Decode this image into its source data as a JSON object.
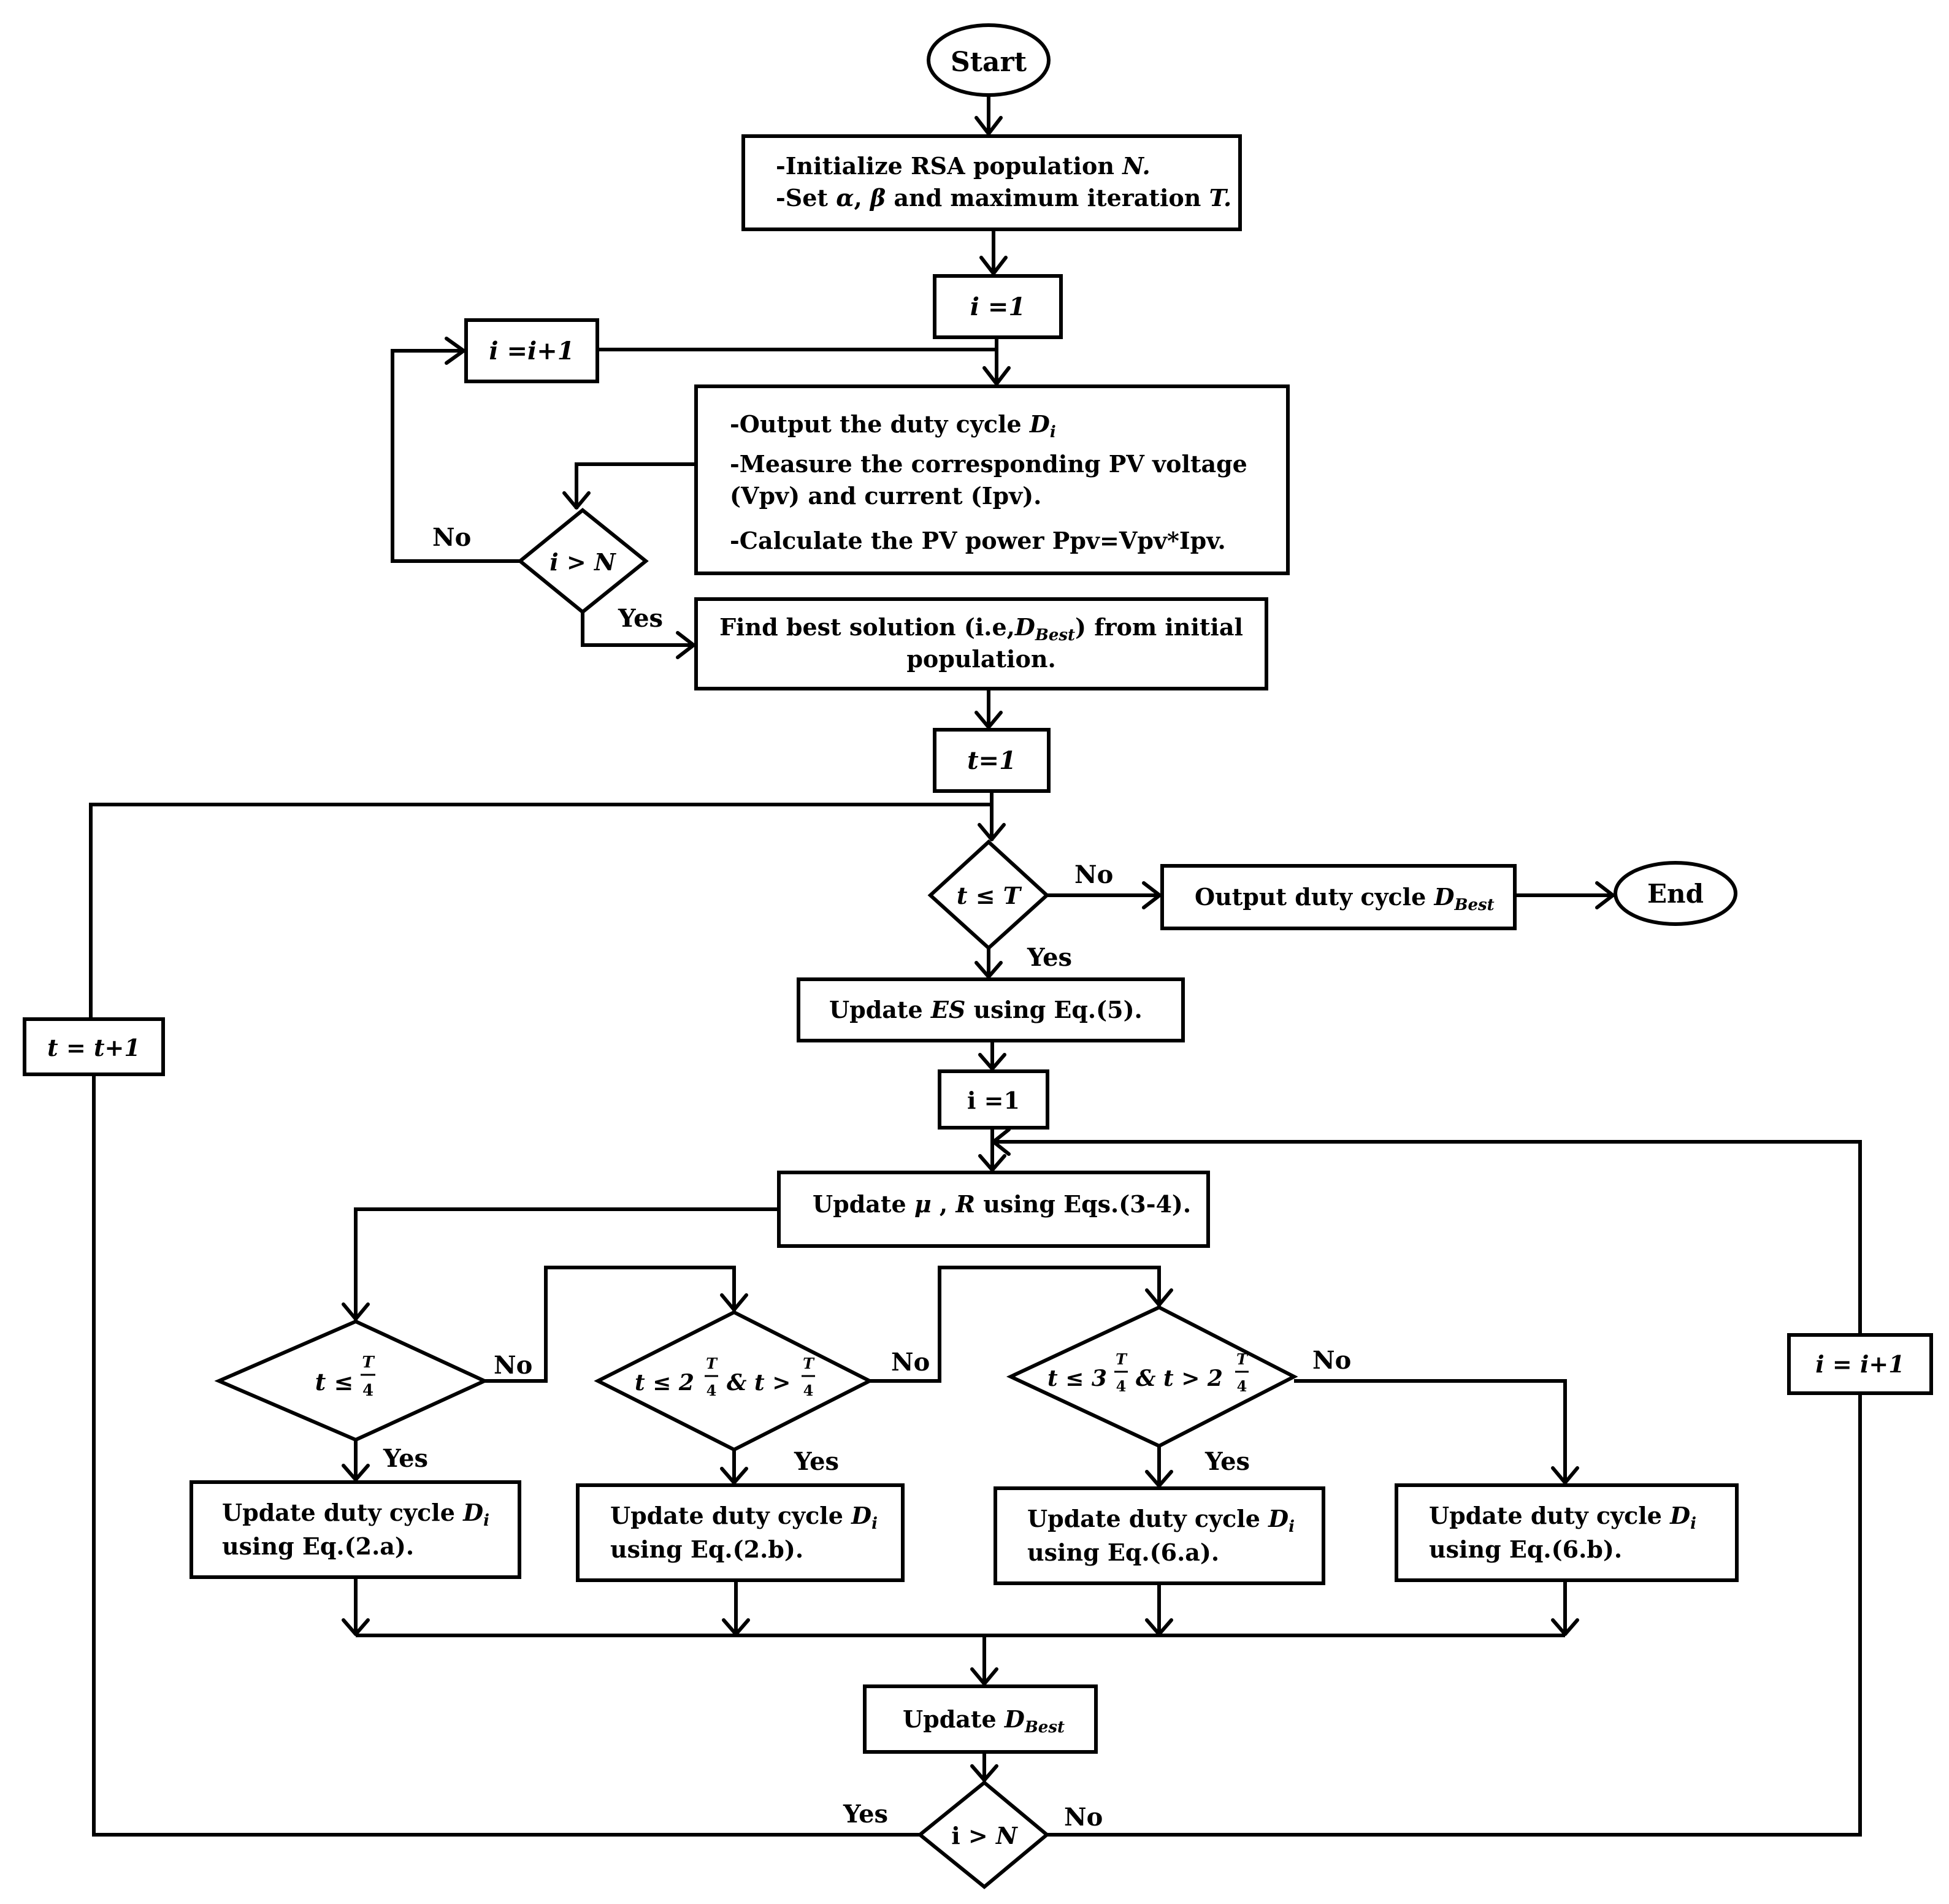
{
  "start": {
    "label": "Start"
  },
  "end": {
    "label": "End"
  },
  "init": {
    "line1_prefix": "-Initialize RSA population ",
    "line1_var": "N.",
    "line2_prefix": "-Set ",
    "line2_alpha": "α",
    "line2_comma": ", ",
    "line2_beta": "β",
    "line2_mid": " and maximum iteration ",
    "line2_var": "T."
  },
  "i_init": {
    "label": "i =1"
  },
  "i_incr_top": {
    "label": "i =i+1"
  },
  "measure": {
    "line1_prefix": "-Output the duty cycle ",
    "line1_var": "D",
    "line1_sub": "i",
    "line2": "-Measure the corresponding PV voltage",
    "line3": "(Vpv) and current (Ipv).",
    "line4": "-Calculate the PV power Ppv=Vpv*Ipv."
  },
  "dec_i_top": {
    "label_var": "i > N",
    "no": "No",
    "yes": "Yes"
  },
  "find_best": {
    "line1_prefix": "Find best solution (i.e,",
    "line1_var": "D",
    "line1_sub": "Best",
    "line1_suffix": ") from initial",
    "line2": "population."
  },
  "t_init": {
    "label": "t=1"
  },
  "dec_t": {
    "label_var": "t ≤ T",
    "no": "No",
    "yes": "Yes"
  },
  "output_best": {
    "prefix": "Output duty cycle ",
    "var": "D",
    "sub": "Best"
  },
  "t_incr": {
    "label": "t = t+1"
  },
  "update_es": {
    "prefix": "Update ",
    "var": "ES",
    "suffix": " using Eq.(5)."
  },
  "i_init2": {
    "label": "i =1"
  },
  "update_mu": {
    "prefix": "Update ",
    "mu": "μ",
    "mid": " , ",
    "r": "R",
    "suffix": " using Eqs.(3-4)."
  },
  "dec1": {
    "label": "t ≤ T/4",
    "no": "No",
    "yes": "Yes"
  },
  "dec2": {
    "label": "t ≤ 2 T/4 & t > T/4",
    "no": "No",
    "yes": "Yes"
  },
  "dec3": {
    "label": "t ≤ 3 T/4 & t > 2 T/4",
    "no": "No",
    "yes": "Yes"
  },
  "upd_2a": {
    "line1_prefix": "Update duty cycle ",
    "var": "D",
    "sub": "i",
    "line2": "using Eq.(2.a)."
  },
  "upd_2b": {
    "line1_prefix": "Update duty cycle ",
    "var": "D",
    "sub": "i",
    "line2": "using Eq.(2.b)."
  },
  "upd_6a": {
    "line1_prefix": "Update duty cycle ",
    "var": "D",
    "sub": "i",
    "line2": "using Eq.(6.a)."
  },
  "upd_6b": {
    "line1_prefix": "Update duty cycle ",
    "var": "D",
    "sub": "i",
    "line2": "using Eq.(6.b)."
  },
  "i_incr_right": {
    "label": "i = i+1"
  },
  "update_best": {
    "prefix": "Update ",
    "var": "D",
    "sub": "Best"
  },
  "dec_i_bottom": {
    "label_prefix": "i > ",
    "label_var": "N",
    "yes": "Yes",
    "no": "No"
  }
}
